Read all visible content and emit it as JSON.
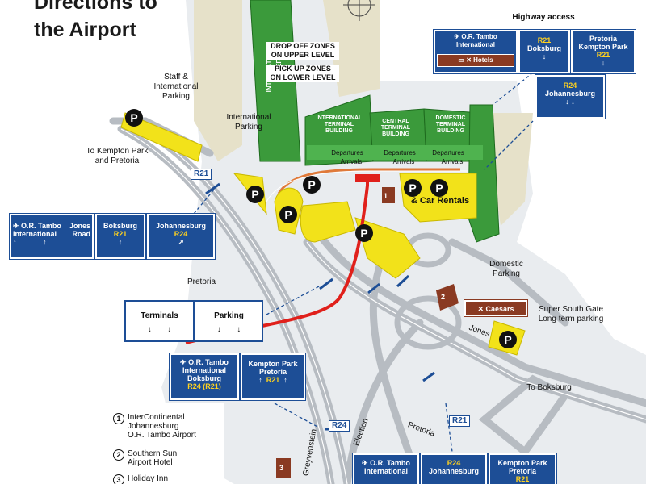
{
  "title_line1": "Directions to",
  "title_line2": "the Airport",
  "terminals": {
    "pier": "INTERNATIONAL PIER",
    "international": "INTERNATIONAL\nTERMINAL\nBUILDING",
    "central": "CENTRAL\nTERMINAL\nBUILDING",
    "domestic": "DOMESTIC\nTERMINAL\nBUILDING",
    "departures": "Departures",
    "arrivals": "Arrivals"
  },
  "callouts": {
    "drop_off": "DROP OFF ZONES\nON UPPER LEVEL",
    "pick_up": "PICK UP ZONES\nON LOWER LEVEL",
    "staff_parking": "Staff &\nInternational\nParking",
    "international_parking": "International\nParking",
    "car_rentals": "& Car Rentals",
    "domestic_parking": "Domestic\nParking",
    "super_south_gate": "Super South Gate\nLong term parking",
    "highway_access": "Highway access",
    "to_kempton": "To Kempton Park\nand Pretoria",
    "to_boksburg": "To Boksburg",
    "caesars": "Caesars",
    "hotels": "Hotels",
    "parking_symbol": "P"
  },
  "roads": {
    "pretoria": "Pretoria",
    "pretoria2": "Pretoria",
    "jones": "Jones",
    "election": "Election",
    "greyvenstein": "Greyvenstein",
    "r21_a": "R21",
    "r21_b": "R21",
    "r24": "R24"
  },
  "signs": {
    "top_right_airport": "O.R. Tambo International",
    "top_r21_boksburg_route": "R21",
    "top_r21_boksburg_place": "Boksburg",
    "top_pretoria_line1": "Pretoria",
    "top_pretoria_line2": "Kempton Park",
    "top_pretoria_route": "R21",
    "top_r24_route": "R24",
    "top_r24_place": "Johannesburg",
    "left_airport_line1": "O.R. Tambo",
    "left_airport_line2": "International",
    "left_jones_line1": "Jones",
    "left_jones_line2": "Road",
    "left_boksburg_place": "Boksburg",
    "left_boksburg_route": "R21",
    "left_jhb_place": "Johannesburg",
    "left_jhb_route": "R24",
    "terminals_label": "Terminals",
    "parking_label": "Parking",
    "mid_airport_line1": "O.R. Tambo",
    "mid_airport_line2": "International",
    "mid_airport_line3": "Boksburg",
    "mid_airport_route": "R24 (R21)",
    "mid_kempton_line1": "Kempton Park",
    "mid_kempton_line2": "Pretoria",
    "mid_kempton_route": "R21",
    "bot_airport_line1": "O.R. Tambo",
    "bot_airport_line2": "International",
    "bot_r24_route": "R24",
    "bot_r24_place": "Johannesburg",
    "bot_kempton_line1": "Kempton Park",
    "bot_kempton_line2": "Pretoria",
    "bot_kempton_route": "R21"
  },
  "legend": [
    {
      "num": "1",
      "text": "InterContinental\nJohannesburg\nO.R. Tambo Airport"
    },
    {
      "num": "2",
      "text": "Southern Sun\nAirport Hotel"
    },
    {
      "num": "3",
      "text": "Holiday Inn"
    }
  ],
  "hotel_markers": [
    "1",
    "2",
    "3"
  ],
  "colors": {
    "terminal_green": "#3b9a3b",
    "parking_yellow": "#f2e21a",
    "sign_blue": "#1d4e96",
    "route_red": "#e0201b",
    "road_grey": "#c9ccd0",
    "land_beige": "#e8e3cf"
  }
}
